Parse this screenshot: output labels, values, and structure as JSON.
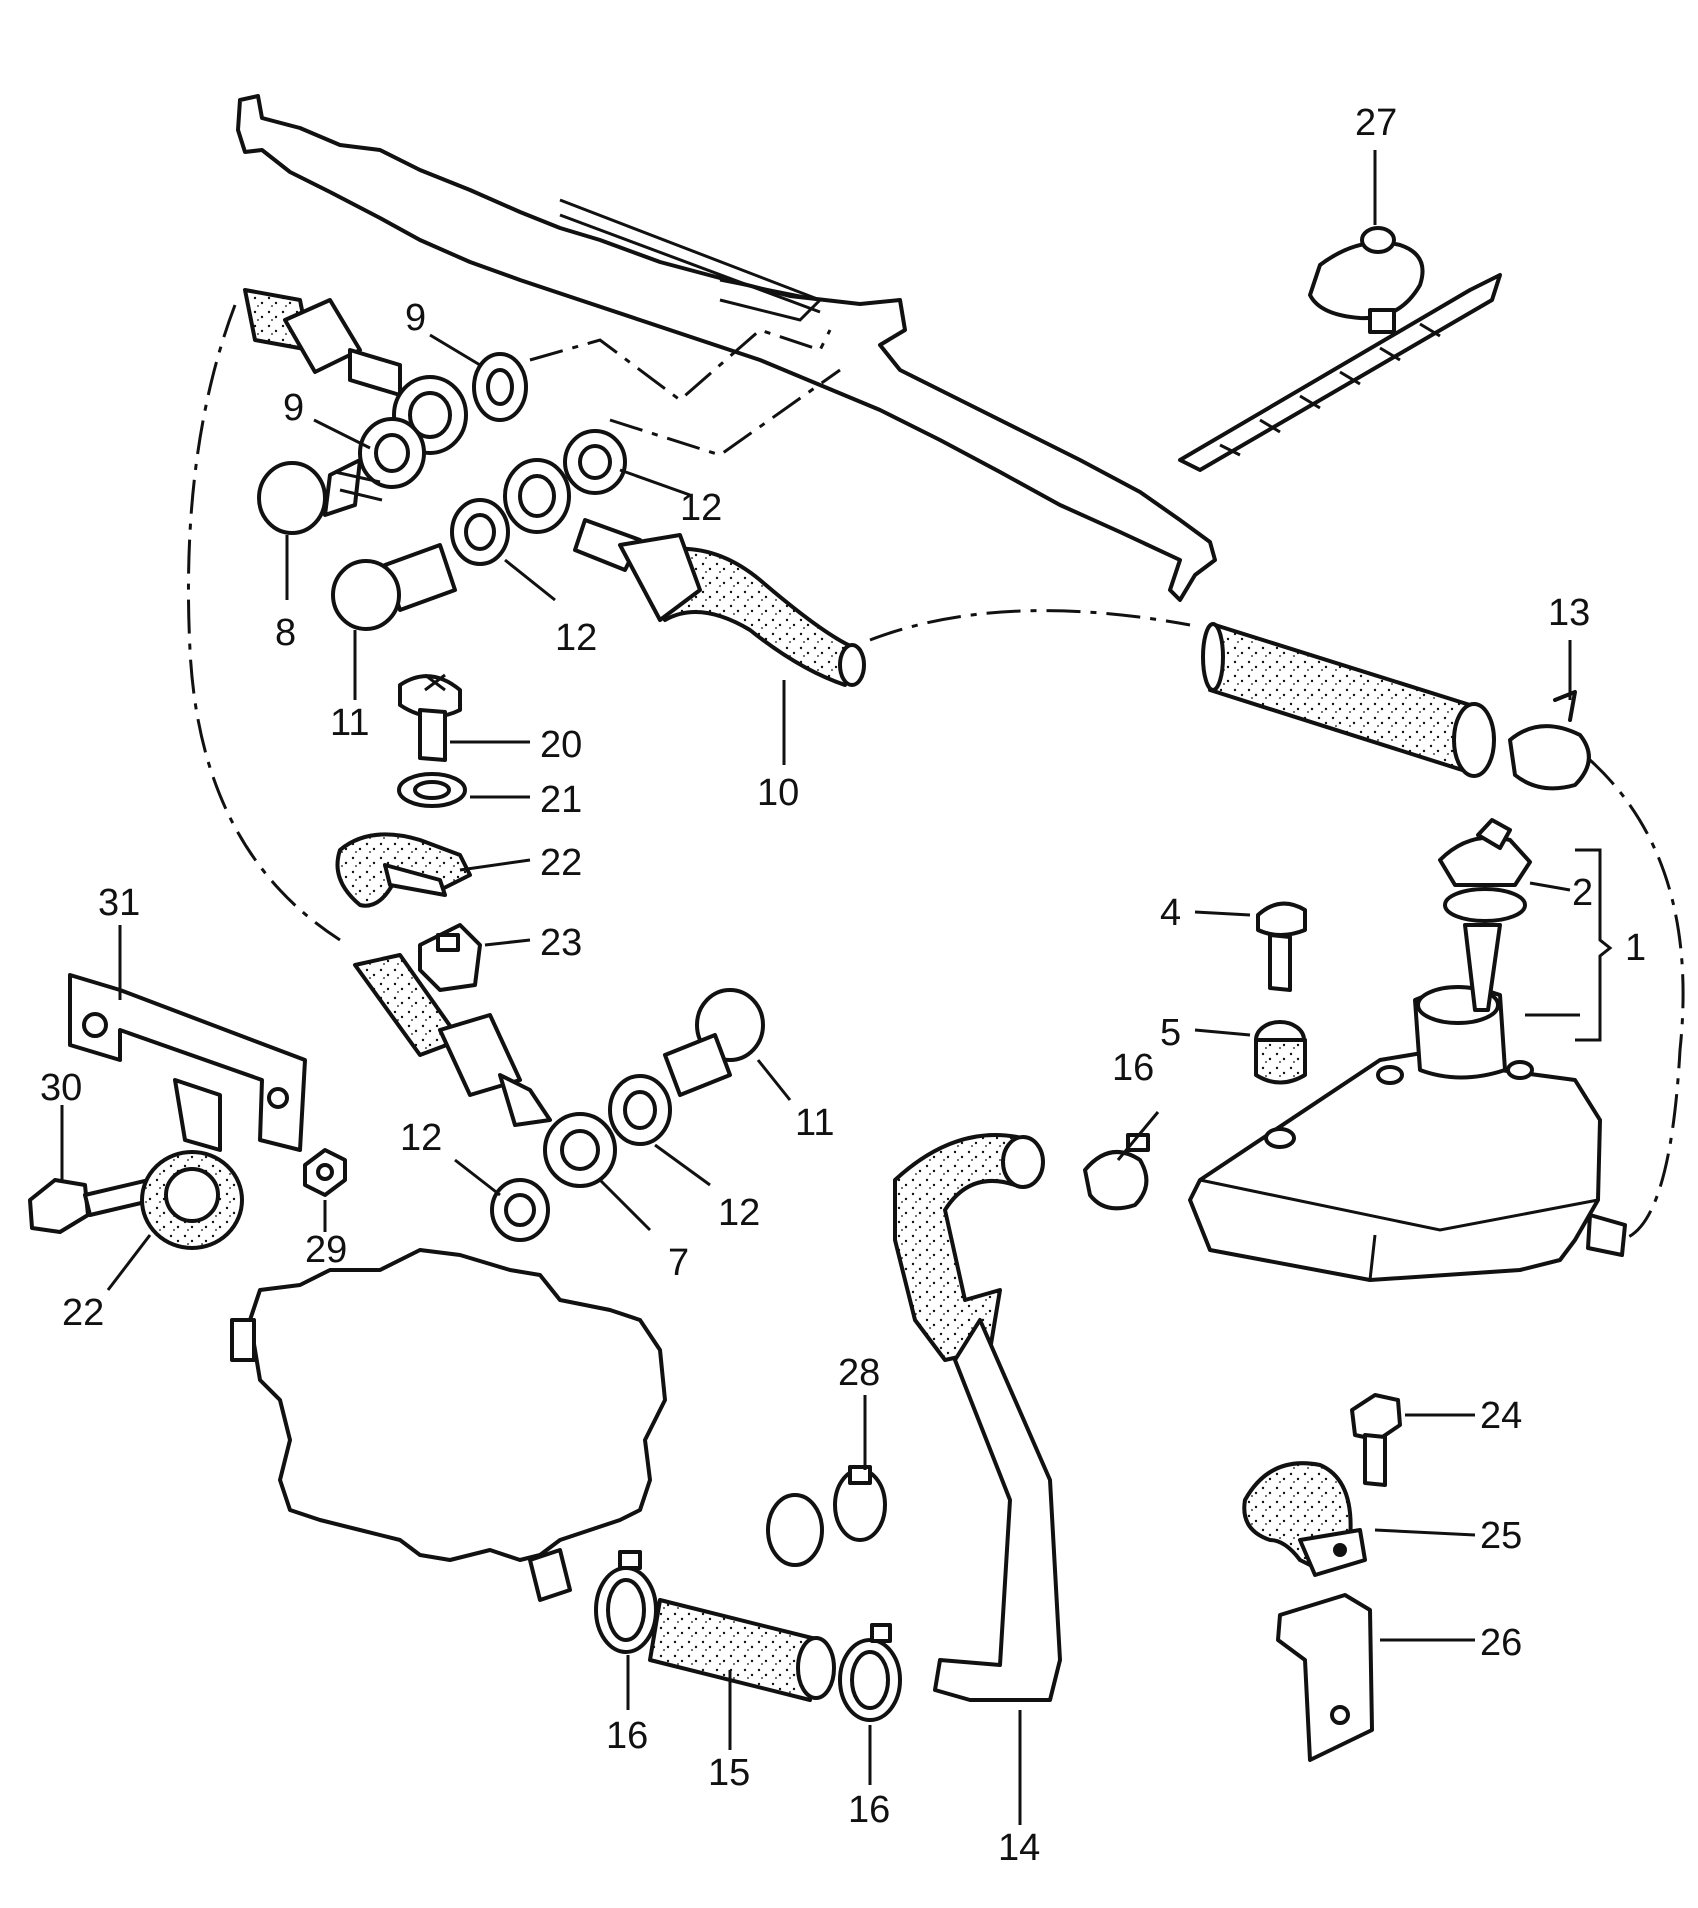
{
  "callouts": {
    "c1": "1",
    "c2": "2",
    "c4": "4",
    "c5": "5",
    "c7": "7",
    "c8": "8",
    "c9a": "9",
    "c9b": "9",
    "c10": "10",
    "c11a": "11",
    "c11b": "11",
    "c12a": "12",
    "c12b": "12",
    "c12c": "12",
    "c12d": "12",
    "c13": "13",
    "c14": "14",
    "c15": "15",
    "c16a": "16",
    "c16b": "16",
    "c16c": "16",
    "c20": "20",
    "c21": "21",
    "c22a": "22",
    "c22b": "22",
    "c23": "23",
    "c24": "24",
    "c25": "25",
    "c26": "26",
    "c27": "27",
    "c28": "28",
    "c29": "29",
    "c30": "30",
    "c31": "31"
  }
}
